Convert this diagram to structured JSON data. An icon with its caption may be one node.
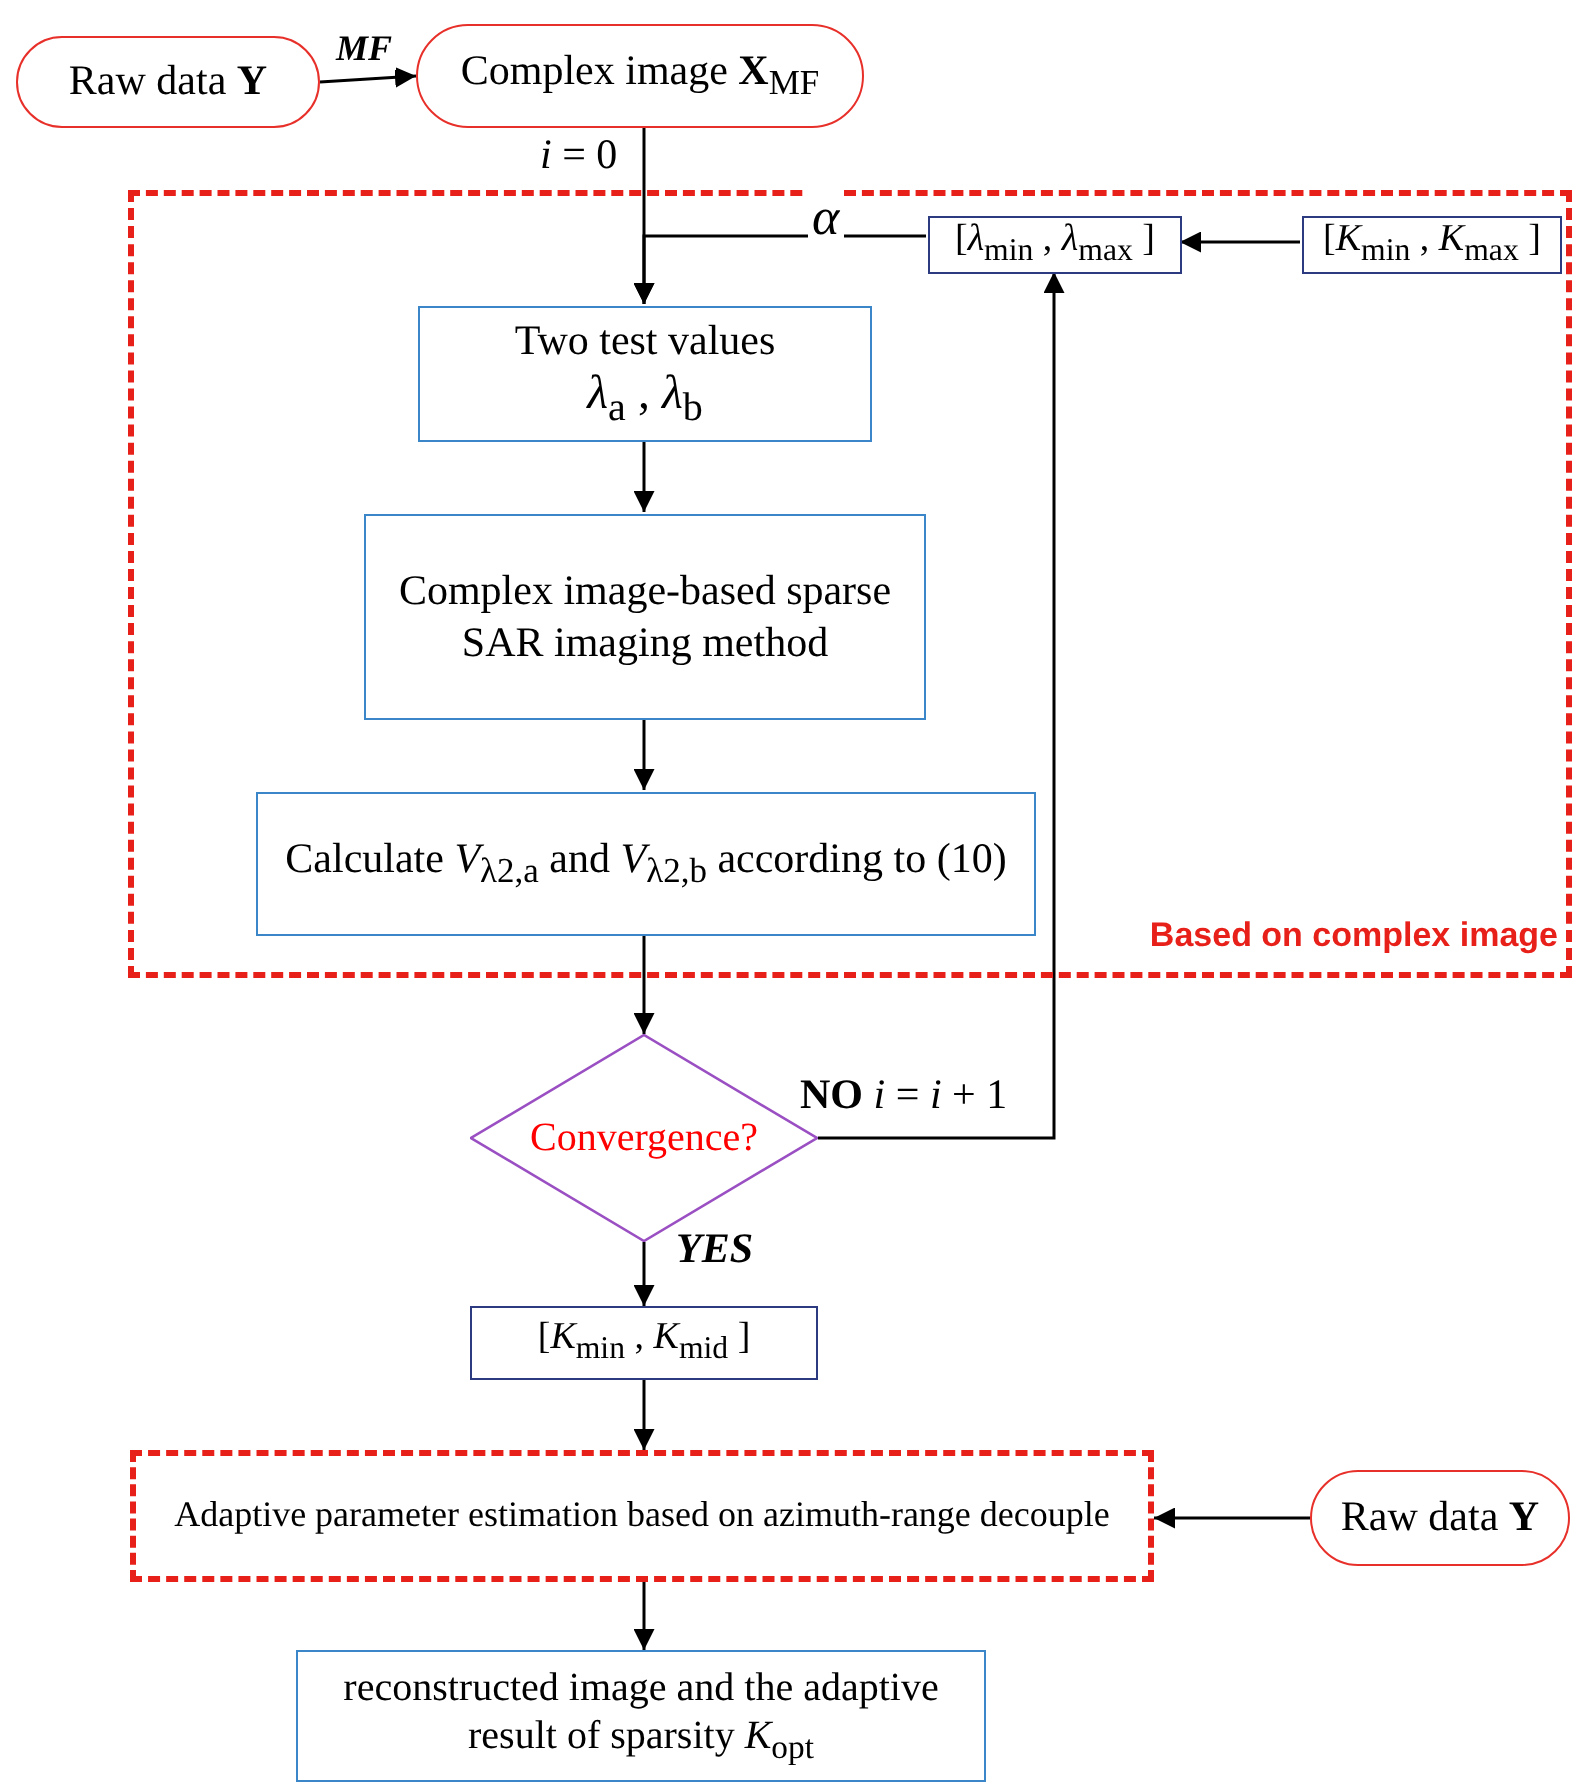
{
  "diagram": {
    "nodes": [
      {
        "text": [
          "Raw data **Y**"
        ]
      },
      {
        "text": [
          "Complex image **X**$_{MF}$"
        ]
      },
      {
        "text": [
          "Based on complex image"
        ]
      },
      {
        "text": [
          "[*λ*$_{min}$ , *λ*$_{max}$ ]"
        ],
        "in": 2
      },
      {
        "text": [
          "[*K*$_{min}$ , *K*$_{max}$ ]"
        ],
        "in": 2
      },
      {
        "text": [
          "Two test values",
          "*λ*$_{a}$ , *λ*$_{b}$"
        ],
        "in": 2
      },
      {
        "text": [
          "Complex image-based sparse SAR imaging method"
        ],
        "in": 2
      },
      {
        "text": [
          "Calculate *V*$_{λ2,a}$ and *V*$_{λ2,b}$ according to (10)"
        ],
        "in": 2
      },
      {
        "text": [
          "Convergence?"
        ]
      },
      {
        "text": [
          "[*K*$_{min}$ , *K*$_{mid}$ ]"
        ]
      },
      {
        "text": [
          "Adaptive parameter estimation based on azimuth-range decouple"
        ]
      },
      {
        "text": [
          "Raw data **Y**"
        ]
      },
      {
        "text": [
          "reconstructed image and the adaptive result of sparsity *K*$_{opt}$"
        ]
      }
    ],
    "edges": [
      {
        "from": 0,
        "to": 1,
        "arrow": "to",
        "label": "MF"
      },
      {
        "from": 1,
        "to": 5,
        "arrow": "to",
        "label": "*i* = 0"
      },
      {
        "from": 3,
        "to": 5,
        "arrow": "to",
        "label": "*α*"
      },
      {
        "from": 4,
        "to": 3,
        "arrow": "to"
      },
      {
        "from": 5,
        "to": 6,
        "arrow": "to"
      },
      {
        "from": 6,
        "to": 7,
        "arrow": "to"
      },
      {
        "from": 7,
        "to": 8,
        "arrow": "to"
      },
      {
        "from": 8,
        "to": 3,
        "arrow": "to",
        "label": "**NO**  *i* = *i* + 1"
      },
      {
        "from": 8,
        "to": 9,
        "arrow": "to",
        "label": "YES"
      },
      {
        "from": 9,
        "to": 10,
        "arrow": "to"
      },
      {
        "from": 11,
        "to": 10,
        "arrow": "to"
      },
      {
        "from": 10,
        "to": 12,
        "arrow": "to"
      }
    ]
  }
}
